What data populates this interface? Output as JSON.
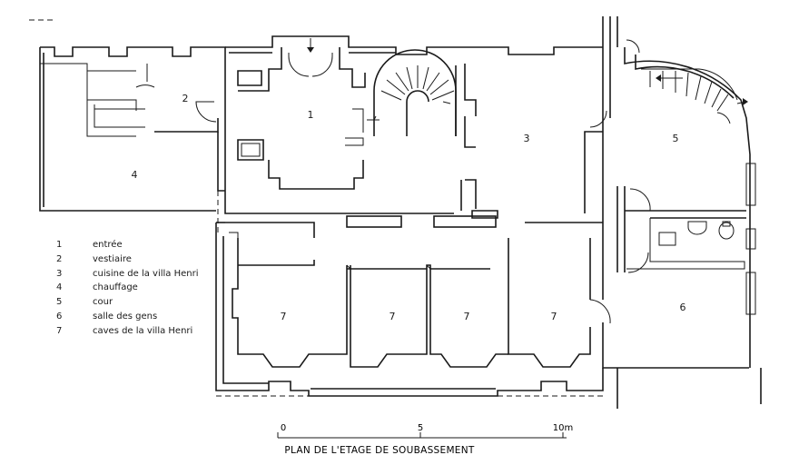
{
  "rooms": [
    {
      "id": "r1",
      "num": "1"
    },
    {
      "id": "r2",
      "num": "2"
    },
    {
      "id": "r3",
      "num": "3"
    },
    {
      "id": "r4",
      "num": "4"
    },
    {
      "id": "r5",
      "num": "5"
    },
    {
      "id": "r6",
      "num": "6"
    },
    {
      "id": "r7a",
      "num": "7"
    },
    {
      "id": "r7b",
      "num": "7"
    },
    {
      "id": "r7c",
      "num": "7"
    },
    {
      "id": "r7d",
      "num": "7"
    }
  ],
  "legend": [
    {
      "num": "1",
      "label": "entrée"
    },
    {
      "num": "2",
      "label": "vestiaire"
    },
    {
      "num": "3",
      "label": "cuisine de la villa Henri"
    },
    {
      "num": "4",
      "label": "chauffage"
    },
    {
      "num": "5",
      "label": "cour"
    },
    {
      "num": "6",
      "label": "salle des gens"
    },
    {
      "num": "7",
      "label": "caves de la villa Henri"
    }
  ],
  "scale": {
    "ticks": [
      "0",
      "5",
      "10m"
    ],
    "title": "PLAN DE L'ETAGE DE SOUBASSEMENT"
  }
}
